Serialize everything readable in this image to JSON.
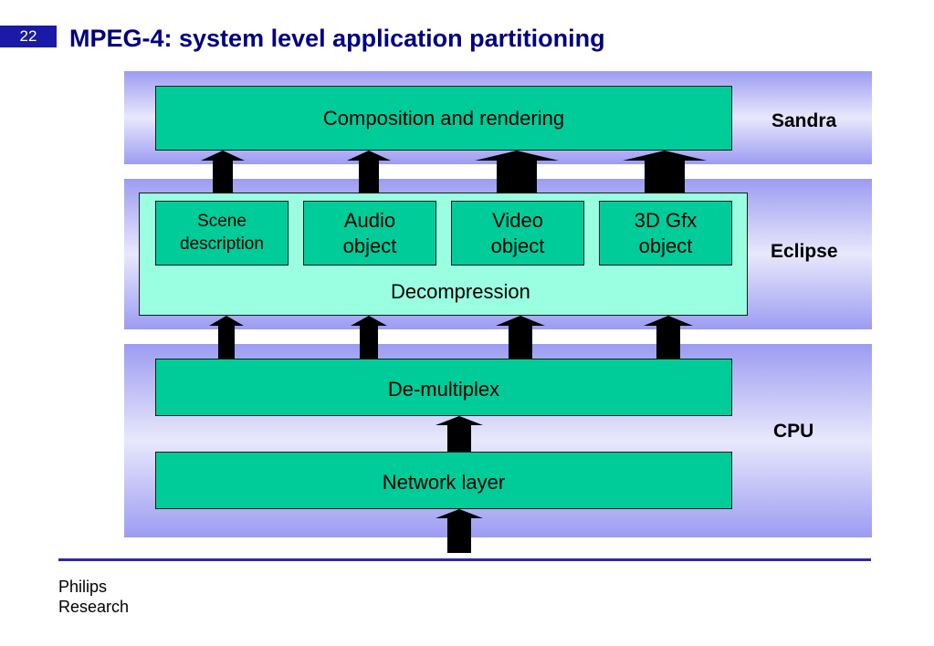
{
  "slide": {
    "number": "22",
    "title": "MPEG-4: system level application partitioning"
  },
  "bands": {
    "top_label": "Sandra",
    "mid_label": "Eclipse",
    "bottom_label": "CPU"
  },
  "boxes": {
    "composition": "Composition and rendering",
    "decompression": "Decompression",
    "demultiplex": "De-multiplex",
    "network": "Network layer",
    "objects": [
      {
        "line1": "Scene",
        "line2": "description"
      },
      {
        "line1": "Audio",
        "line2": "object"
      },
      {
        "line1": "Video",
        "line2": "object"
      },
      {
        "line1": "3D Gfx",
        "line2": "object"
      }
    ]
  },
  "colors": {
    "band": "#9c9cf2",
    "box": "#00cc99",
    "panel": "#99ffe0",
    "title": "#000080",
    "badge": "#1a1aa6",
    "arrow": "#000000"
  },
  "footer": {
    "line1": "Philips",
    "line2": "Research"
  }
}
